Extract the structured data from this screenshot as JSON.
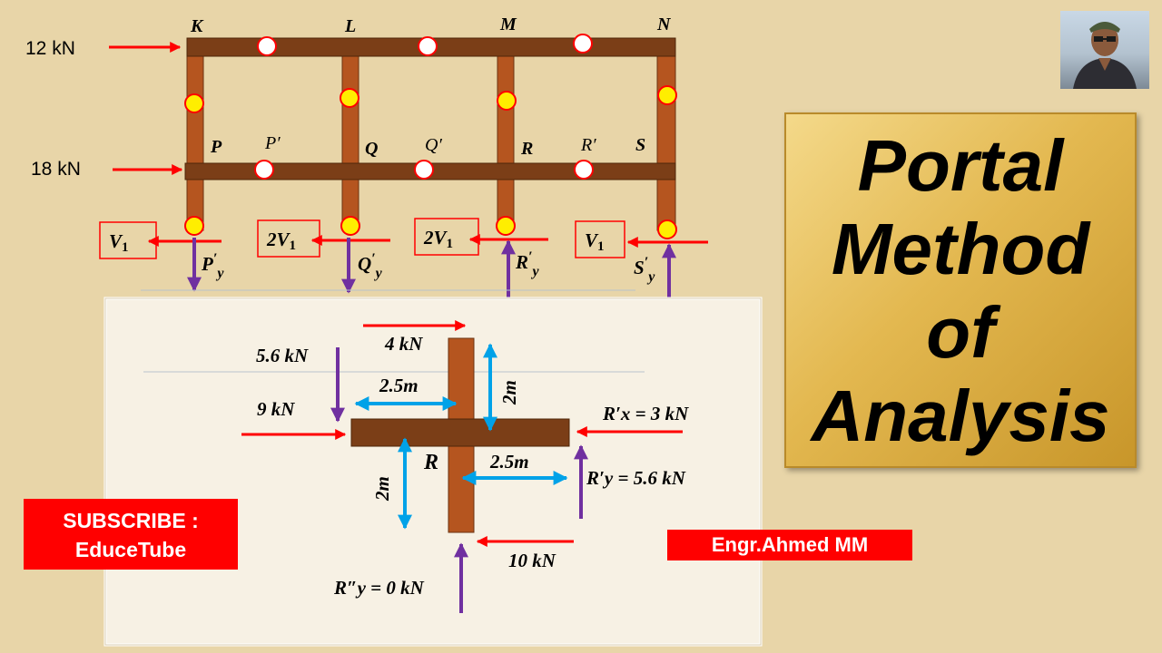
{
  "frame_top": {
    "nodes": [
      "K",
      "L",
      "M",
      "N"
    ],
    "mid_nodes": [
      "P",
      "Q",
      "R",
      "S"
    ],
    "prime_nodes": [
      "P′",
      "Q′",
      "R′"
    ],
    "load_top": "12 kN",
    "load_mid": "18 kN",
    "shear_labels": [
      "V",
      "2V",
      "2V",
      "V"
    ],
    "shear_subscript": "1",
    "reaction_labels": [
      "P",
      "Q",
      "R",
      "S"
    ],
    "reaction_sub": "y",
    "prime": "′"
  },
  "free_body": {
    "force_4kN": "4 kN",
    "force_5_6kN": "5.6 kN",
    "force_9kN": "9 kN",
    "force_10kN": "10 kN",
    "dim_2_5m_left": "2.5m",
    "dim_2_5m_right": "2.5m",
    "dim_2m_top": "2m",
    "dim_2m_bottom": "2m",
    "joint": "R",
    "rx_label": "R′x = 3 kN",
    "ry_label": "R′y = 5.6 kN",
    "ryy_label": "R″y = 0 kN"
  },
  "title": {
    "line1": "Portal",
    "line2": "Method",
    "line3": "of",
    "line4": "Analysis"
  },
  "subscribe": {
    "line1": "SUBSCRIBE :",
    "line2": "EduceTube"
  },
  "author": "Engr.Ahmed MM",
  "colors": {
    "background": "#e8d5a8",
    "member": "#8b4a1e",
    "hinge_yellow": "#ffee00",
    "arrow_red": "#ff0000",
    "arrow_purple": "#7030a0",
    "dim_blue": "#00a2e8",
    "title_gold": "#e3b850"
  }
}
